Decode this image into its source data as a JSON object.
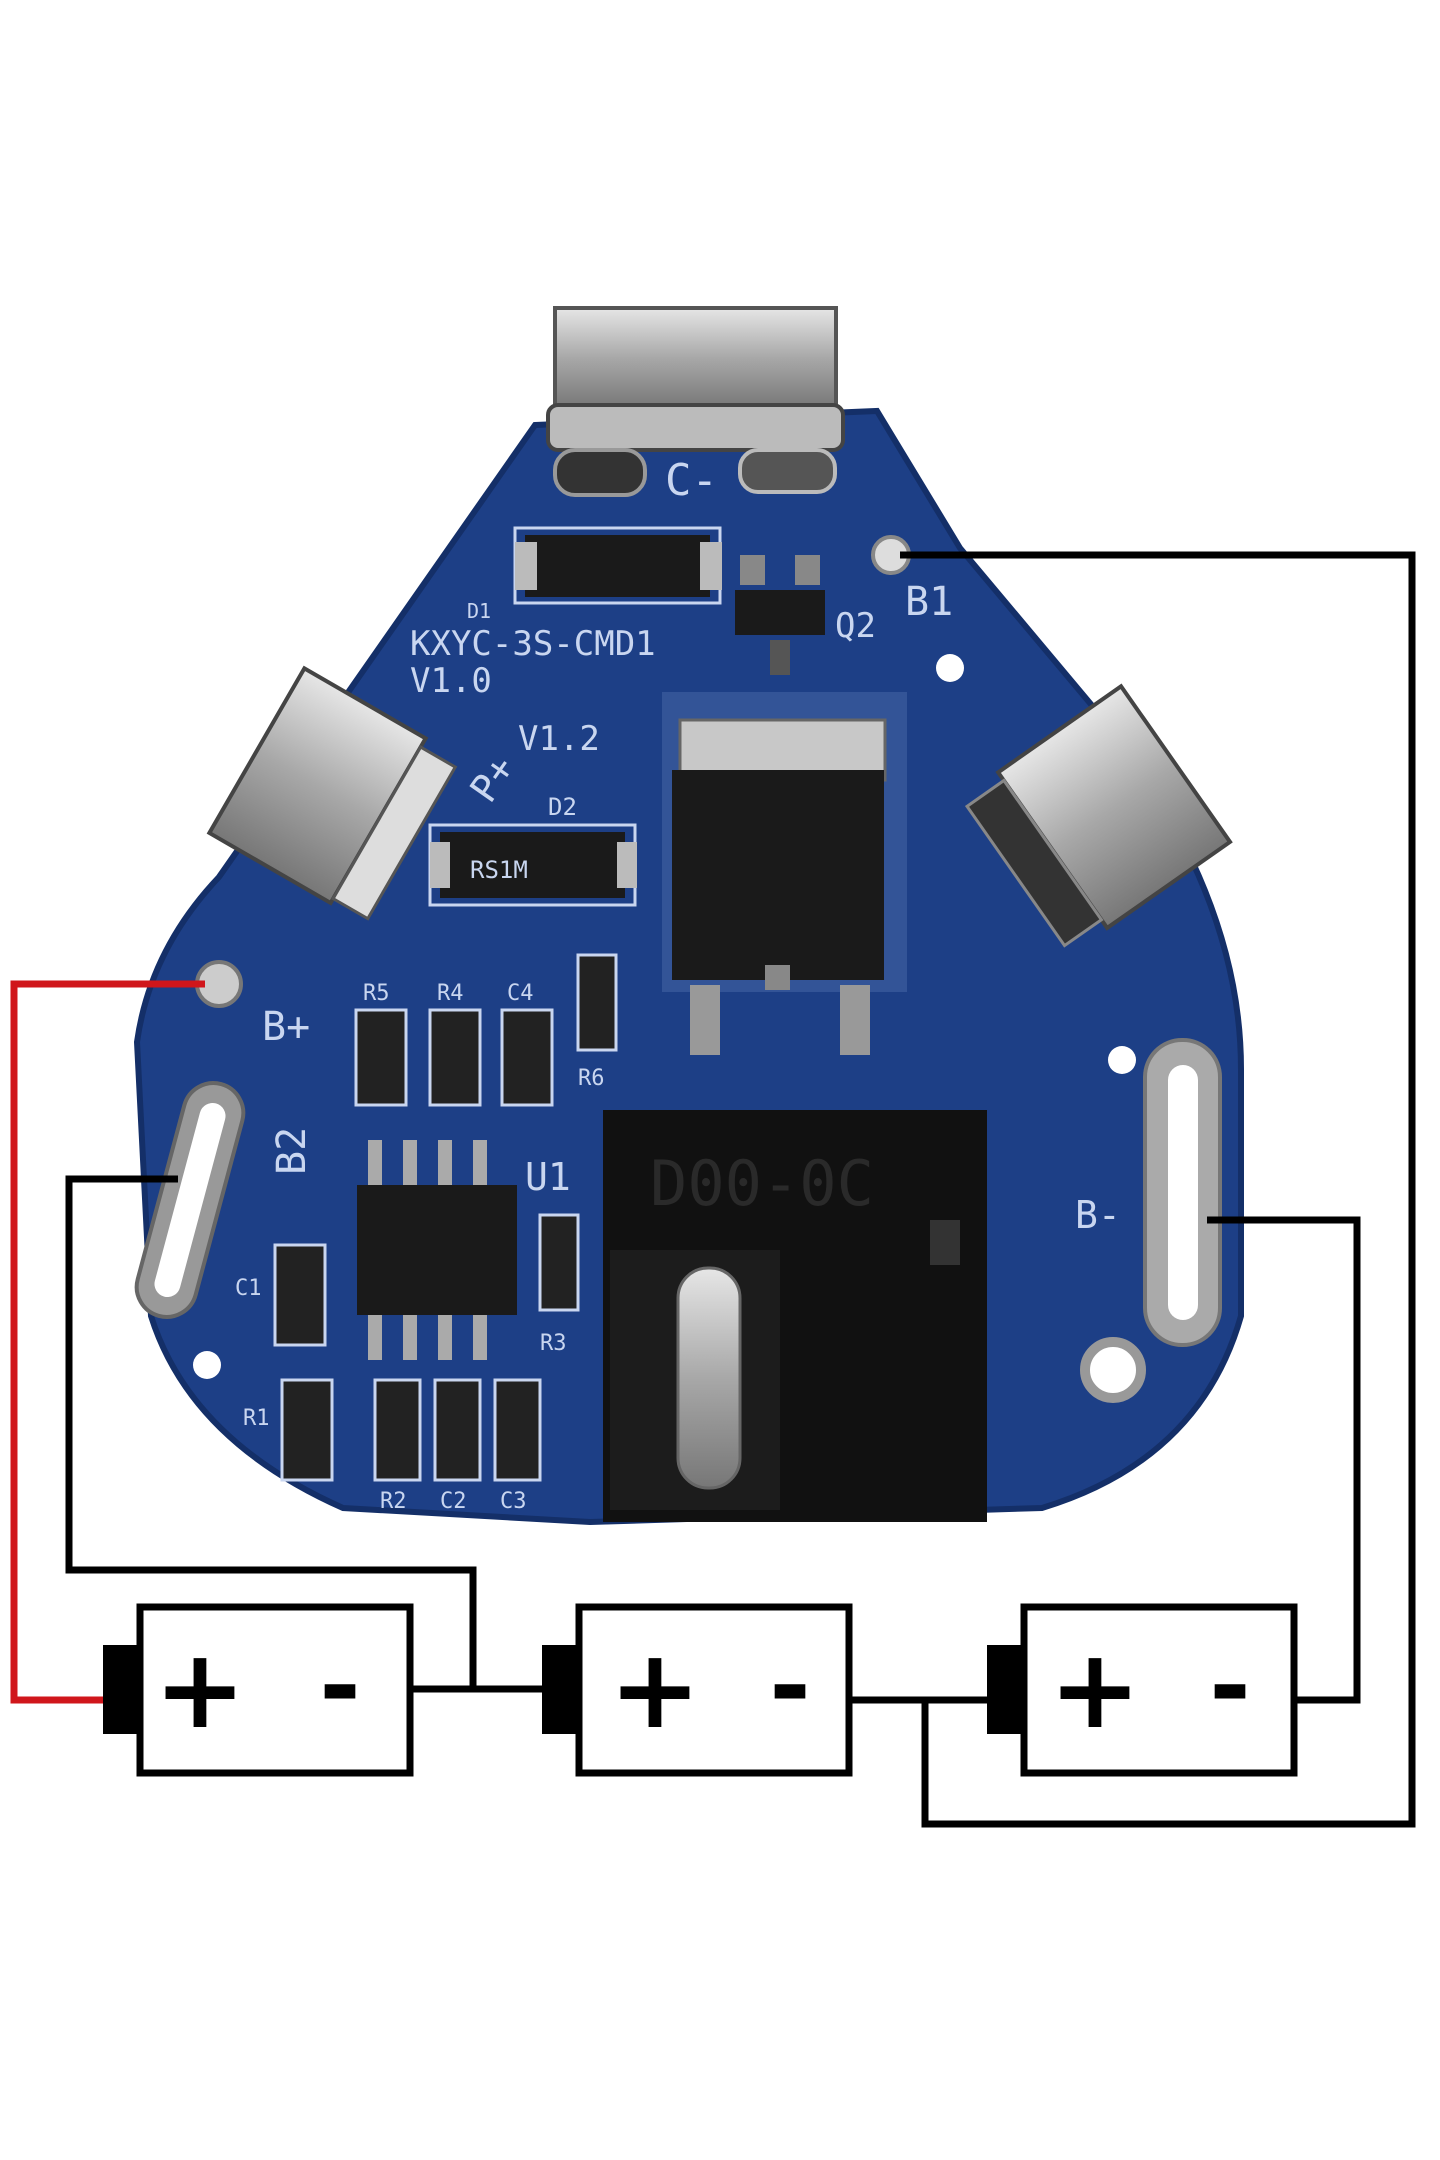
{
  "colors": {
    "pcb": "#1d3f86",
    "pcb_dark": "#142f68",
    "silkscreen": "#c9d6f0",
    "wire_black": "#000000",
    "wire_red": "#d0161b",
    "metal": "#9a9a9a"
  },
  "board": {
    "model": "KXYC-3S-CMD1",
    "version": "V1.0",
    "sub_version": "V1.2",
    "component_code": "D00-0C"
  },
  "labels": {
    "c_minus": "C-",
    "d1": "D1",
    "q2": "Q2",
    "b1": "B1",
    "p_plus": "P+",
    "d2": "D2",
    "d2_marking": "RS1M",
    "b_plus": "B+",
    "r5": "R5",
    "r4": "R4",
    "c4": "C4",
    "r6": "R6",
    "b2": "B2",
    "u1": "U1",
    "c1": "C1",
    "r3": "R3",
    "r1": "R1",
    "r2": "R2",
    "c2": "C2",
    "c3": "C3",
    "b_minus": "B-"
  },
  "batteries": [
    {
      "plus": "+",
      "minus": "-"
    },
    {
      "plus": "+",
      "minus": "-"
    },
    {
      "plus": "+",
      "minus": "-"
    }
  ]
}
